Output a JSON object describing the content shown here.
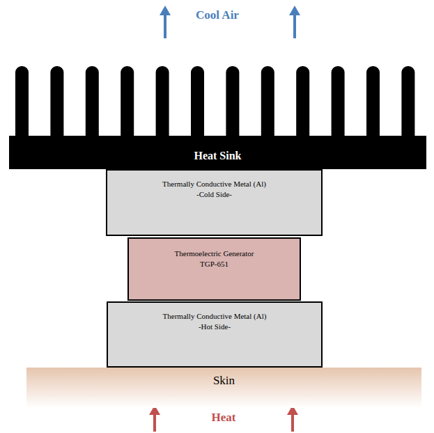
{
  "diagram": {
    "nodes": [
      {
        "text": [
          "Heat Sink"
        ]
      },
      {
        "text": [
          "Thermally Conductive Metal (Al)",
          "-Cold Side-"
        ]
      },
      {
        "text": [
          "Thermoelectric Generator",
          "TGP-651"
        ]
      },
      {
        "text": [
          "Thermally Conductive Metal (Al)",
          "-Hot Side-"
        ]
      },
      {
        "text": [
          "Skin"
        ]
      }
    ],
    "labels": [
      "Cool Air",
      "Heat"
    ]
  }
}
